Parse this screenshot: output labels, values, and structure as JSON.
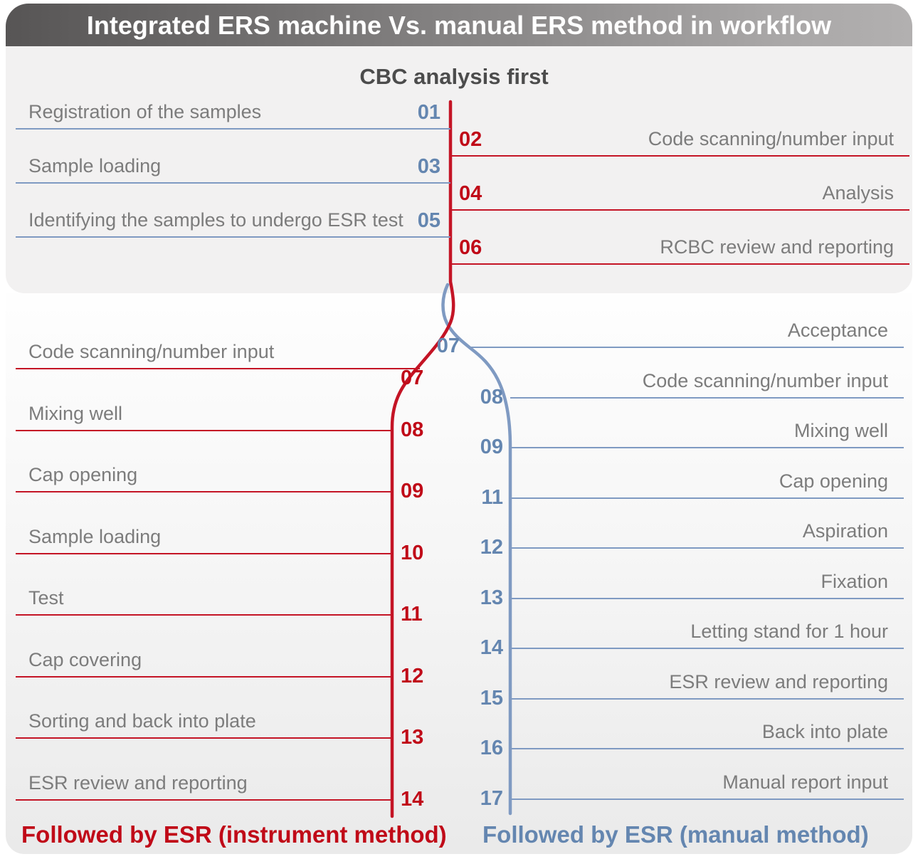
{
  "title": "Integrated ERS machine Vs. manual ERS method in workflow",
  "cbc_section": {
    "header": "CBC analysis first",
    "steps": [
      {
        "num": "01",
        "label": "Registration of the samples",
        "side": "left"
      },
      {
        "num": "02",
        "label": "Code scanning/number input",
        "side": "right"
      },
      {
        "num": "03",
        "label": "Sample loading",
        "side": "left"
      },
      {
        "num": "04",
        "label": "Analysis",
        "side": "right"
      },
      {
        "num": "05",
        "label": "Identifying the samples to undergo ESR test",
        "side": "left"
      },
      {
        "num": "06",
        "label": "RCBC review and reporting",
        "side": "right"
      }
    ]
  },
  "instrument_branch": {
    "footer": "Followed by ESR (instrument method)",
    "steps": [
      {
        "num": "07",
        "label": "Code scanning/number input"
      },
      {
        "num": "08",
        "label": "Mixing well"
      },
      {
        "num": "09",
        "label": "Cap opening"
      },
      {
        "num": "10",
        "label": "Sample loading"
      },
      {
        "num": "11",
        "label": "Test"
      },
      {
        "num": "12",
        "label": "Cap covering"
      },
      {
        "num": "13",
        "label": "Sorting and back into plate"
      },
      {
        "num": "14",
        "label": "ESR review and reporting"
      }
    ]
  },
  "manual_branch": {
    "footer": "Followed by ESR (manual method)",
    "steps": [
      {
        "num": "07",
        "label": "Acceptance"
      },
      {
        "num": "08",
        "label": "Code scanning/number input"
      },
      {
        "num": "09",
        "label": "Mixing well"
      },
      {
        "num": "11",
        "label": "Cap opening"
      },
      {
        "num": "12",
        "label": "Aspiration"
      },
      {
        "num": "13",
        "label": "Fixation"
      },
      {
        "num": "14",
        "label": "Letting stand for 1 hour"
      },
      {
        "num": "15",
        "label": "ESR review and reporting"
      },
      {
        "num": "16",
        "label": "Back into plate"
      },
      {
        "num": "17",
        "label": "Manual report input"
      }
    ]
  },
  "colors": {
    "instrument_red": "#c1111f",
    "manual_blue": "#7f9ac2",
    "number_blue": "#6486b0",
    "label_gray": "#7c7c7c"
  }
}
